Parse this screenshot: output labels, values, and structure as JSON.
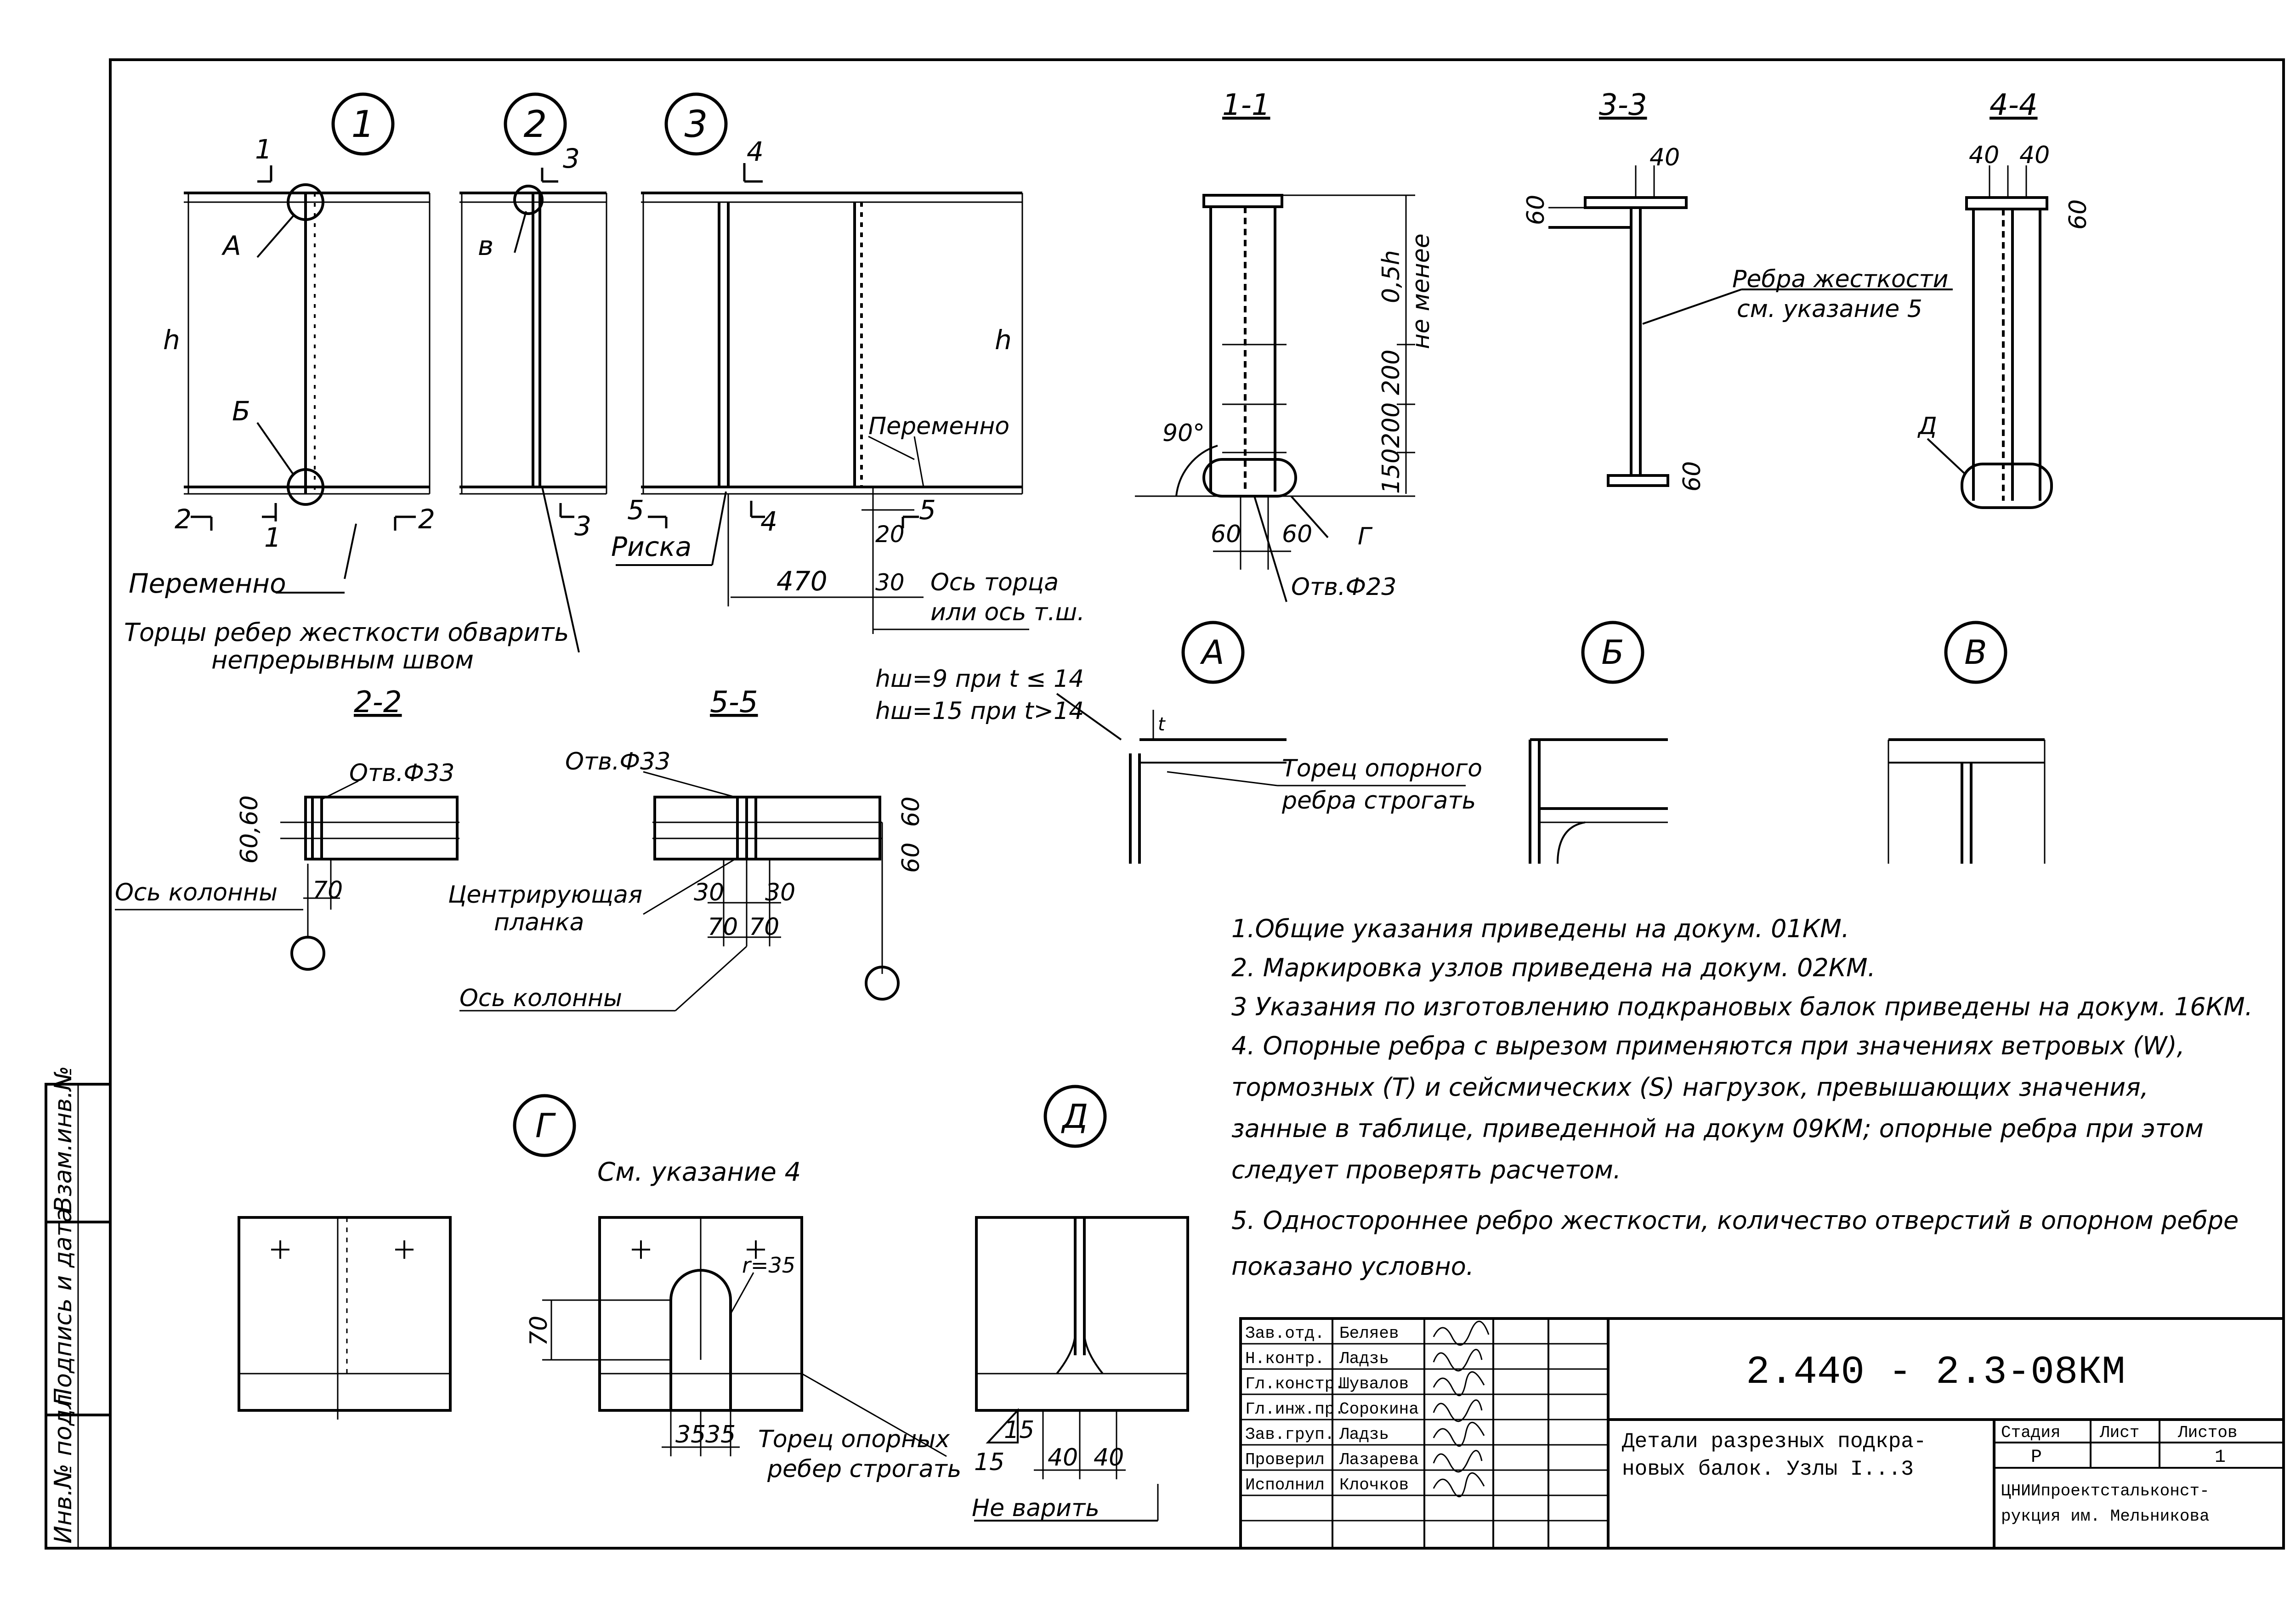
{
  "detail_markers": [
    "1",
    "2",
    "3"
  ],
  "node_markers": [
    "А",
    "Б",
    "В",
    "Г",
    "Д"
  ],
  "section_titles": {
    "s11": "1-1",
    "s33": "3-3",
    "s44": "4-4",
    "s22": "2-2",
    "s55": "5-5"
  },
  "node1": {
    "point_a": "А",
    "point_b": "Б",
    "cut1": "1",
    "cut2": "2",
    "height_label": "h",
    "alternate": "Переменно"
  },
  "node2": {
    "point_v": "в",
    "cut3": "3"
  },
  "node3": {
    "cut4": "4",
    "cut5": "5",
    "height_label": "h",
    "alternate": "Переменно",
    "mark": "Риска",
    "dim_470": "470",
    "dim_30": "30",
    "dim_20": "20",
    "axis_note_1": "Ось торца",
    "axis_note_2": "или ось т.ш."
  },
  "weld_note_1": "Торцы ребер жесткости обварить",
  "weld_note_2": "непрерывным швом",
  "sec11": {
    "d05": "0,5h",
    "not_less": "не менее",
    "d200a": "200",
    "d200b": "200",
    "d150": "150",
    "angle": "90°",
    "d60a": "60",
    "d60b": "60",
    "hole": "Отв.Ф23",
    "node": "Г"
  },
  "sec33": {
    "d40": "40",
    "d60a": "60",
    "d60b": "60",
    "stiffener_1": "Ребра жесткости",
    "stiffener_2": "см. указание 5"
  },
  "sec44": {
    "d40a": "40",
    "d40b": "40",
    "d60": "60",
    "node": "Д"
  },
  "sec22": {
    "hole": "Отв.Ф33",
    "d6060": "60,60",
    "d70": "70",
    "axis": "Ось колонны"
  },
  "sec55": {
    "hole": "Отв.Ф33",
    "d60a": "60",
    "d60b": "60",
    "d30a": "30",
    "d30b": "30",
    "d70a": "70",
    "d70b": "70",
    "plate_1": "Центрирующая",
    "plate_2": "планка",
    "axis": "Ось колонны"
  },
  "weld_formula_1": "hш=9 при t ≤ 14",
  "weld_formula_2": "hш=15 при t>14",
  "nodeA": {
    "t": "t",
    "note_1": "Торец опорного",
    "note_2": "ребра строгать"
  },
  "notes": [
    "1.Общие указания приведены на докум. 01КМ.",
    "2. Маркировка узлов приведена на докум. 02КМ.",
    "3 Указания по изготовлению подкрановых балок приведены на докум. 16КМ.",
    "4. Опорные ребра с вырезом применяются при значениях ветровых (W),",
    "тормозных (Т) и сейсмических (S) нагрузок, превышающих значения,",
    "занные в таблице, приведенной на докум 09КМ; опорные ребра при этом",
    "следует проверять расчетом.",
    "5. Одностороннее ребро жесткости, количество отверстий в опорном ребре",
    "показано условно."
  ],
  "nodeG_title": "См. указание 4",
  "nodeG2": {
    "d70": "70",
    "radius": "r=35",
    "d35a": "35",
    "d35b": "35",
    "note_1": "Торец опорных",
    "note_2": "ребер строгать"
  },
  "nodeD": {
    "d15a": "15",
    "d15b": "15",
    "d40a": "40",
    "d40b": "40",
    "note": "Не варить"
  },
  "side_stamp": [
    "Инв.№ подл",
    "Подпись и дата",
    "Взам.инв.№"
  ],
  "title_block": {
    "roles": [
      "Зав.отд.",
      "Н.контр.",
      "Гл.констр.",
      "Гл.инж.пр.",
      "Зав.груп.",
      "Проверил",
      "Исполнил"
    ],
    "names": [
      "Беляев",
      "Ладзь",
      "Шувалов",
      "Сорокина",
      "Ладзь",
      "Лазарева",
      "Клочков"
    ],
    "doc_code": "2.440 - 2.3-08КМ",
    "title_line1": "Детали разрезных подкра-",
    "title_line2": "новых балок. Узлы I...3",
    "stage_label": "Стадия",
    "sheet_label": "Лист",
    "sheets_label": "Листов",
    "stage": "Р",
    "sheet": "",
    "sheets": "1",
    "org_line1": "ЦНИИпроектстальконст-",
    "org_line2": "рукция им. Мельникова"
  },
  "colors": {
    "ink": "#000000",
    "paper": "#ffffff"
  }
}
